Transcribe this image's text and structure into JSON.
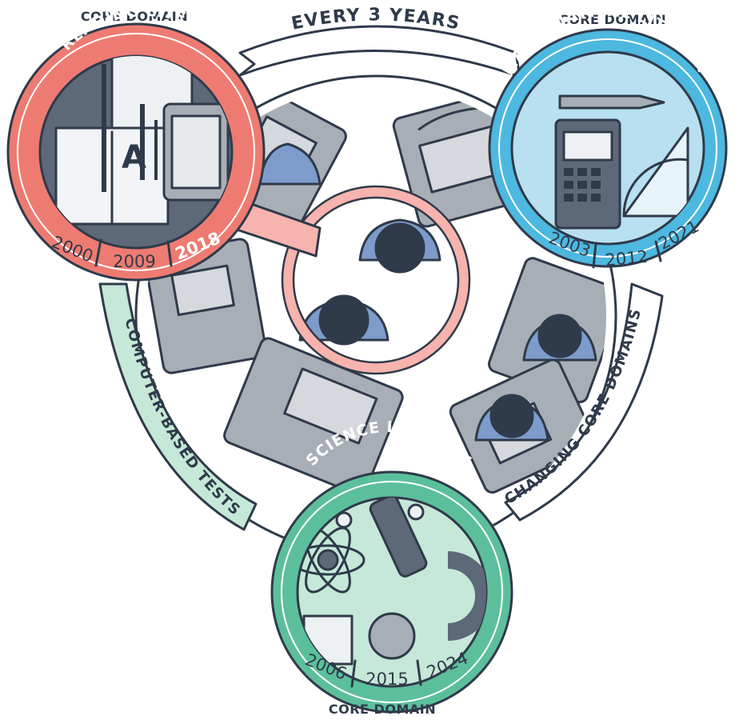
{
  "cycle_label": "EVERY 3 YEARS",
  "side_labels": {
    "left": "COMPUTER-BASED TESTS",
    "right": "CHANGING CORE DOMAINS"
  },
  "domains": [
    {
      "id": "reading",
      "caption": "CORE DOMAIN",
      "title": "READING LITERACY",
      "years": [
        "2000",
        "2009",
        "2018"
      ],
      "highlight_year": "2018",
      "color": "#ee7b72"
    },
    {
      "id": "math",
      "caption": "CORE DOMAIN",
      "title": "MATHEMATICAL LITERACY",
      "years": [
        "2003",
        "2012",
        "2021"
      ],
      "color": "#4db8e0"
    },
    {
      "id": "science",
      "caption": "CORE DOMAIN",
      "title": "SCIENCE LITERACY",
      "years": [
        "2006",
        "2015",
        "2024"
      ],
      "color": "#5cbf9c"
    }
  ],
  "icon_glyphs": {
    "reading_letter": "A"
  },
  "colors": {
    "ink": "#2f3a4a",
    "reading_light": "#f7b3ad",
    "math_light": "#b8e0f0",
    "science_light": "#c6e8d8",
    "desk": "#a8aeb6",
    "person": "#7e9ccb"
  }
}
